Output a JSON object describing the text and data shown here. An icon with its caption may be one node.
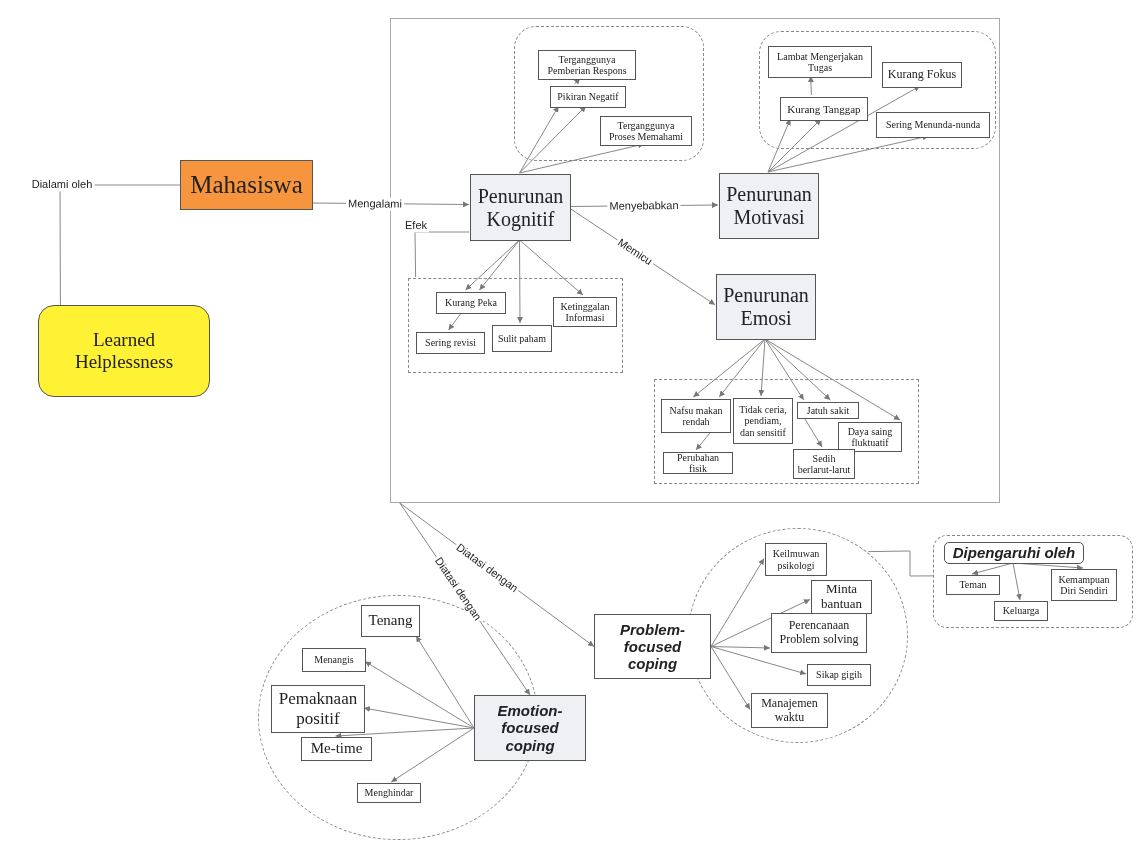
{
  "diagram": {
    "nodes": [
      {
        "text": [
          "Mahasiswa"
        ]
      },
      {
        "text": [
          "Learned Helplessness"
        ]
      },
      {
        "text": [],
        "shape": "box"
      },
      {
        "text": [],
        "shape": "box",
        "in": 2
      },
      {
        "text": [
          "Terganggunya Pemberian Respons"
        ],
        "in": 3
      },
      {
        "text": [
          "Pikiran Negatif"
        ],
        "in": 3
      },
      {
        "text": [
          "Terganggunya Proses Memahami"
        ],
        "in": 3
      },
      {
        "text": [],
        "shape": "box",
        "in": 2
      },
      {
        "text": [
          "Lambat Mengerjakan Tugas"
        ],
        "in": 7
      },
      {
        "text": [
          "Kurang Fokus"
        ],
        "in": 7
      },
      {
        "text": [
          "Kurang Tanggap"
        ],
        "in": 7
      },
      {
        "text": [
          "Sering Menunda-nunda"
        ],
        "in": 7
      },
      {
        "text": [
          "Penurunan Kognitif"
        ],
        "in": 2
      },
      {
        "text": [
          "Penurunan Motivasi"
        ],
        "in": 2
      },
      {
        "text": [],
        "shape": "box",
        "in": 2
      },
      {
        "text": [
          "Kurang Peka"
        ],
        "in": 14
      },
      {
        "text": [
          "Ketinggalan Informasi"
        ],
        "in": 14
      },
      {
        "text": [
          "Sering revisi"
        ],
        "in": 14
      },
      {
        "text": [
          "Sulit paham"
        ],
        "in": 14
      },
      {
        "text": [
          "Penurunan Emosi"
        ],
        "in": 2
      },
      {
        "text": [],
        "shape": "box",
        "in": 2
      },
      {
        "text": [
          "Nafsu makan rendah"
        ],
        "in": 20
      },
      {
        "text": [
          "Tidak ceria, pendiam, dan sensitif"
        ],
        "in": 20
      },
      {
        "text": [
          "Jatuh sakit"
        ],
        "in": 20
      },
      {
        "text": [
          "Daya saing fluktuatif"
        ],
        "in": 20
      },
      {
        "text": [
          "Perubahan fisik"
        ],
        "in": 20
      },
      {
        "text": [
          "Sedih berlarut-larut"
        ],
        "in": 20
      },
      {
        "text": [],
        "shape": "circle"
      },
      {
        "text": [
          "Keilmuwan psikologi"
        ],
        "in": 27
      },
      {
        "text": [
          "Minta bantuan"
        ],
        "in": 27
      },
      {
        "text": [
          "Perencanaan Problem solving"
        ],
        "in": 27
      },
      {
        "text": [
          "Sikap gigih"
        ],
        "in": 27
      },
      {
        "text": [
          "Manajemen waktu"
        ],
        "in": 27
      },
      {
        "text": [
          "Problem-focused coping"
        ]
      },
      {
        "text": [],
        "shape": "box"
      },
      {
        "text": [
          "Dipengaruhi oleh"
        ],
        "in": 34
      },
      {
        "text": [
          "Teman"
        ],
        "in": 34
      },
      {
        "text": [
          "Keluarga"
        ],
        "in": 34
      },
      {
        "text": [
          "Kemampuan Diri Sendiri"
        ],
        "in": 34
      },
      {
        "text": [],
        "shape": "circle"
      },
      {
        "text": [
          "Tenang"
        ],
        "in": 39
      },
      {
        "text": [
          "Menangis"
        ],
        "in": 39
      },
      {
        "text": [
          "Pemaknaan positif"
        ],
        "in": 39
      },
      {
        "text": [
          "Me-time"
        ],
        "in": 39
      },
      {
        "text": [
          "Menghindar"
        ],
        "in": 39
      },
      {
        "text": [
          "Emotion-focused coping"
        ]
      }
    ],
    "edges": [
      {
        "from": 0,
        "to": 1,
        "label": "Dialami oleh",
        "arrow": "none"
      },
      {
        "from": 0,
        "to": 12,
        "label": "Mengalami",
        "arrow": "to"
      },
      {
        "from": 12,
        "to": 13,
        "label": "Menyebabkan",
        "arrow": "to"
      },
      {
        "from": 12,
        "to": 19,
        "label": "Memicu",
        "arrow": "to"
      },
      {
        "from": 12,
        "to": 14,
        "label": "Efek",
        "arrow": "none"
      },
      {
        "from": 12,
        "to": 5,
        "arrow": "to"
      },
      {
        "from": 12,
        "to": 5,
        "arrow": "to"
      },
      {
        "from": 12,
        "to": 6,
        "arrow": "to"
      },
      {
        "from": 5,
        "to": 4,
        "arrow": "to"
      },
      {
        "from": 13,
        "to": 10,
        "arrow": "to"
      },
      {
        "from": 13,
        "to": 10,
        "arrow": "to"
      },
      {
        "from": 13,
        "to": 9,
        "arrow": "to"
      },
      {
        "from": 13,
        "to": 11,
        "arrow": "to"
      },
      {
        "from": 10,
        "to": 8,
        "arrow": "to"
      },
      {
        "from": 12,
        "to": 15,
        "arrow": "to"
      },
      {
        "from": 12,
        "to": 15,
        "arrow": "to"
      },
      {
        "from": 12,
        "to": 18,
        "arrow": "to"
      },
      {
        "from": 12,
        "to": 16,
        "arrow": "to"
      },
      {
        "from": 15,
        "to": 17,
        "arrow": "to"
      },
      {
        "from": 19,
        "to": 21,
        "arrow": "to"
      },
      {
        "from": 19,
        "to": 21,
        "arrow": "to"
      },
      {
        "from": 19,
        "to": 22,
        "arrow": "to"
      },
      {
        "from": 19,
        "to": 23,
        "arrow": "to"
      },
      {
        "from": 19,
        "to": 23,
        "arrow": "to"
      },
      {
        "from": 19,
        "to": 24,
        "arrow": "to"
      },
      {
        "from": 21,
        "to": 25,
        "arrow": "to"
      },
      {
        "from": 23,
        "to": 26,
        "arrow": "to"
      },
      {
        "from": 2,
        "to": 33,
        "label": "Diatasi dengan",
        "arrow": "to"
      },
      {
        "from": 2,
        "to": 45,
        "label": "Diatasi dengan",
        "arrow": "to"
      },
      {
        "from": 33,
        "to": 28,
        "arrow": "to"
      },
      {
        "from": 33,
        "to": 29,
        "arrow": "to"
      },
      {
        "from": 33,
        "to": 30,
        "arrow": "to"
      },
      {
        "from": 33,
        "to": 31,
        "arrow": "to"
      },
      {
        "from": 33,
        "to": 32,
        "arrow": "to"
      },
      {
        "from": 27,
        "to": 34,
        "arrow": "none"
      },
      {
        "from": 35,
        "to": 36,
        "arrow": "to"
      },
      {
        "from": 35,
        "to": 37,
        "arrow": "to"
      },
      {
        "from": 35,
        "to": 38,
        "arrow": "to"
      },
      {
        "from": 45,
        "to": 40,
        "arrow": "to"
      },
      {
        "from": 45,
        "to": 41,
        "arrow": "to"
      },
      {
        "from": 45,
        "to": 42,
        "arrow": "to"
      },
      {
        "from": 45,
        "to": 43,
        "arrow": "to"
      },
      {
        "from": 45,
        "to": 44,
        "arrow": "to"
      }
    ]
  }
}
